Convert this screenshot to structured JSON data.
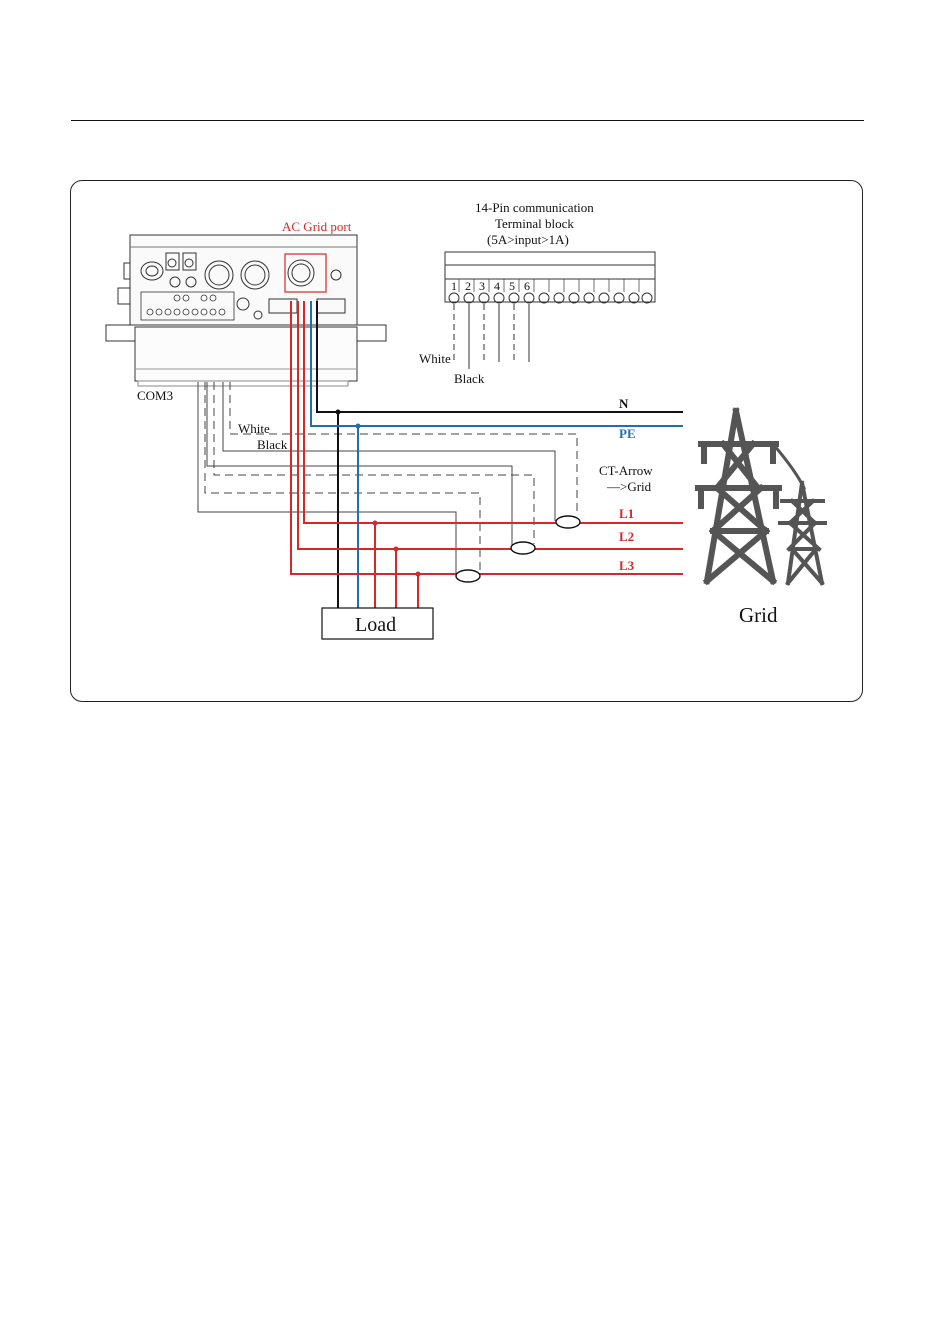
{
  "labels": {
    "ac_grid_port": "AC Grid port",
    "terminal_title_1": "14-Pin communication",
    "terminal_title_2": "Terminal block",
    "terminal_title_3": "(5A>input>1A)",
    "pins": [
      "1",
      "2",
      "3",
      "4",
      "5",
      "6"
    ],
    "terminal_white": "White",
    "terminal_black": "Black",
    "com3": "COM3",
    "com3_white": "White",
    "com3_black": "Black",
    "line_n": "N",
    "line_pe": "PE",
    "line_l1": "L1",
    "line_l2": "L2",
    "line_l3": "L3",
    "ct_arrow_1": "CT-Arrow",
    "ct_arrow_2": "—>Grid",
    "load": "Load",
    "grid": "Grid"
  },
  "colors": {
    "phase": "#d62828",
    "pe": "#1f6fb0",
    "neutral": "#111111",
    "tower": "#555555"
  },
  "icons": [
    "inverter-icon",
    "transmission-tower-icon"
  ]
}
